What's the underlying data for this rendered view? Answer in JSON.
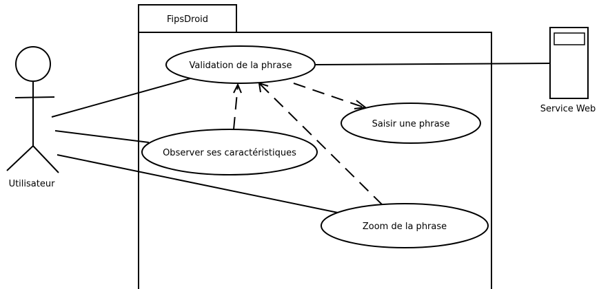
{
  "system": {
    "name": "FipsDroid"
  },
  "actors": {
    "user": {
      "label": "Utilisateur"
    },
    "service": {
      "label": "Service Web"
    }
  },
  "use_cases": {
    "validation": {
      "label": "Validation de la phrase"
    },
    "saisir": {
      "label": "Saisir une phrase"
    },
    "observer": {
      "label": "Observer ses caractéristiques"
    },
    "zoom": {
      "label": "Zoom de la phrase"
    }
  }
}
